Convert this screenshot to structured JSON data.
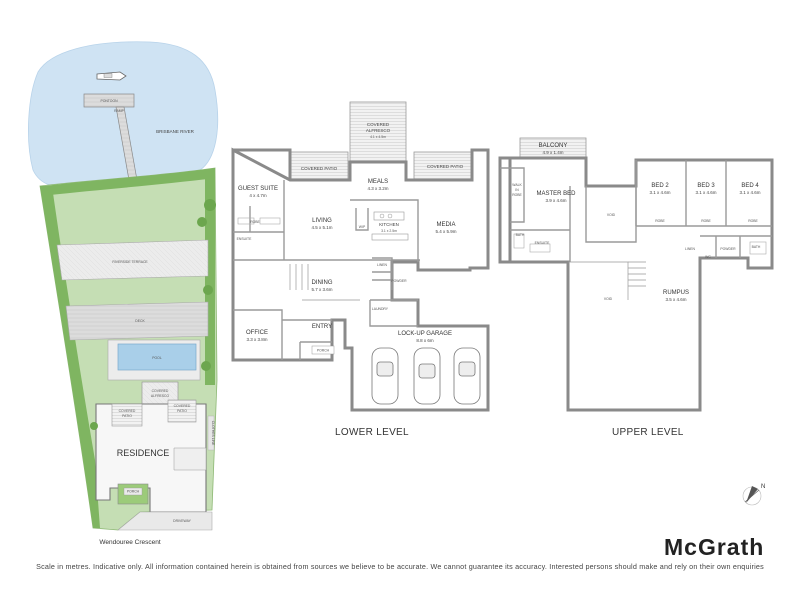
{
  "site": {
    "river": "BRISBANE RIVER",
    "pontoon": "PONTOON",
    "ramp": "RAMP",
    "riverside_terrace": "RIVERSIDE TERRACE",
    "deck": "DECK",
    "pool": "POOL",
    "covered_alfresco": [
      "COVERED",
      "ALFRESCO"
    ],
    "covered_patio_left": [
      "COVERED",
      "PATIO"
    ],
    "covered_patio_right": [
      "COVERED",
      "PATIO"
    ],
    "residence": "RESIDENCE",
    "porch": "PORCH",
    "driveway": "DRIVEWAY",
    "clothesline": "CLOTHES LINE",
    "street": "Wendouree Crescent"
  },
  "lower": {
    "title": "LOWER LEVEL",
    "covered_alfresco": {
      "name": [
        "COVERED",
        "ALFRESCO"
      ],
      "dims": "4.1 x 4.5m"
    },
    "covered_patio_1": "COVERED PATIO",
    "covered_patio_2": "COVERED PATIO",
    "meals": {
      "name": "MEALS",
      "dims": "4.3 x 3.2m"
    },
    "guest_suite": {
      "name": "GUEST SUITE",
      "dims": "4 x 4.7m"
    },
    "robe": "ROBE",
    "ensuite": "ENSUITE",
    "living": {
      "name": "LIVING",
      "dims": "4.5 x 5.1m"
    },
    "kitchen": {
      "name": "KITCHEN",
      "dims": "3.1 x 2.5m"
    },
    "media": {
      "name": "MEDIA",
      "dims": "5.4 x 5.9m"
    },
    "wip": "WIP",
    "dining": {
      "name": "DINING",
      "dims": "5.7 x 3.6m"
    },
    "linen": "LINEN",
    "powder": "POWDER",
    "laundry": "LAUNDRY",
    "office": {
      "name": "OFFICE",
      "dims": "3.3 x 3.8m"
    },
    "entry": "ENTRY",
    "porch": "PORCH",
    "garage": {
      "name": "LOCK-UP GARAGE",
      "dims": "8.8 x 6m"
    }
  },
  "upper": {
    "title": "UPPER LEVEL",
    "balcony": {
      "name": "BALCONY",
      "dims": "4.9 x 1.4m"
    },
    "walk_in_robe": [
      "WALK",
      "IN",
      "ROBE"
    ],
    "master_bed": {
      "name": "MASTER BED",
      "dims": "3.9 x 4.6m"
    },
    "void_1": "VOID",
    "bed2": {
      "name": "BED 2",
      "dims": "3.1 x 4.6m"
    },
    "bed3": {
      "name": "BED 3",
      "dims": "3.1 x 4.6m"
    },
    "bed4": {
      "name": "BED 4",
      "dims": "3.1 x 4.6m"
    },
    "robe": "ROBE",
    "bath": "BATH",
    "ensuite": "ENSUITE",
    "linen": "LINEN",
    "wc": "WC",
    "powder": "POWDER",
    "void_2": "VOID",
    "rumpus": {
      "name": "RUMPUS",
      "dims": "3.5 x 4.6m"
    }
  },
  "compass": "N",
  "brand": "McGrath",
  "disclaimer": "Scale in metres. Indicative only. All information contained herein is obtained from sources we believe to be accurate. We cannot guarantee its accuracy. Interested persons should make and rely on their own enquiries",
  "colors": {
    "water": "#cfe3f3",
    "lawn": "#c5deb4",
    "garden": "#7fb561",
    "paving": "#e4e4e4",
    "wall": "#8a8a8a",
    "pool": "#a9cfe9"
  }
}
